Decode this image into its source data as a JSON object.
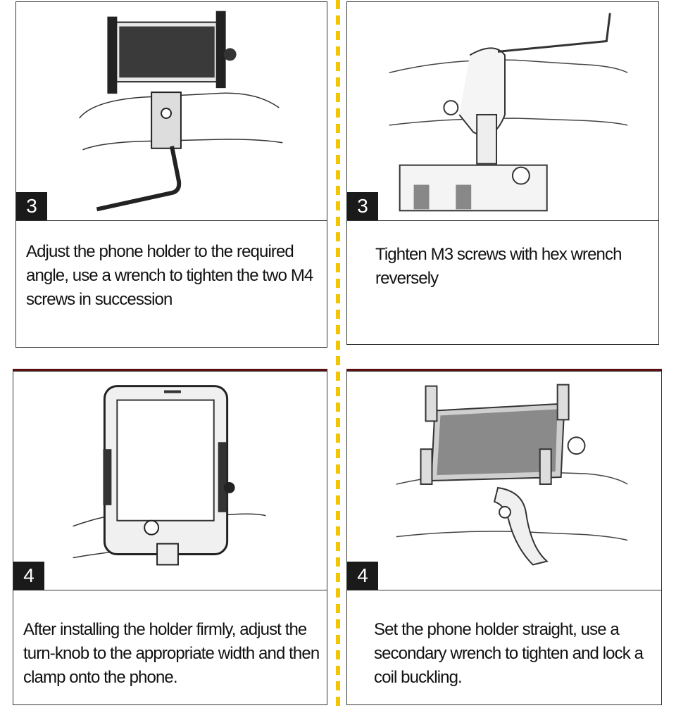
{
  "steps": [
    {
      "number": "3",
      "caption": "Adjust the phone holder to the required angle, use a wrench to tighten the two M4 screws in succession"
    },
    {
      "number": "3",
      "caption": "Tighten M3 screws with hex wrench reversely"
    },
    {
      "number": "4",
      "caption": "After installing the holder firmly, adjust the turn-knob to the appropriate width and then clamp onto the phone."
    },
    {
      "number": "4",
      "caption": "Set the phone holder straight, use a secondary wrench to tighten and lock a coil buckling."
    }
  ],
  "colors": {
    "divider": "#f2c500",
    "badge": "#1a1a1a",
    "accent_line": "#5a0f10"
  }
}
